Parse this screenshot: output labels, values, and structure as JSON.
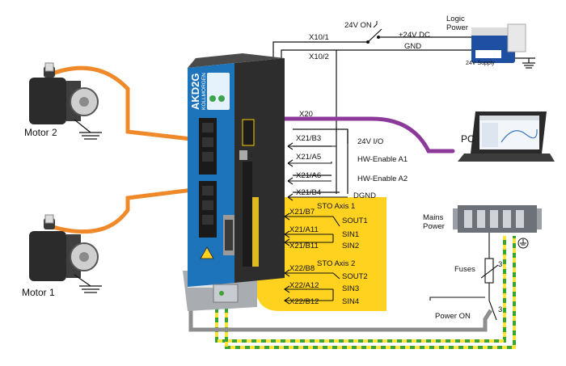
{
  "motors": {
    "motor1": "Motor 1",
    "motor2": "Motor 2"
  },
  "drive": {
    "model": "AKD2G",
    "brand": "KOLLMORGEN"
  },
  "power": {
    "logic_power": [
      "Logic",
      "Power"
    ],
    "supply_label": "24V Supply",
    "switch_label": "24V ON",
    "dc_label": "+24V DC",
    "gnd_label": "GND",
    "mains_power": [
      "Mains",
      "Power"
    ],
    "fuses": "Fuses",
    "power_on": "Power ON",
    "wire_count_top": "3",
    "wire_count_bottom": "3"
  },
  "connectors": {
    "x10_1": "X10/1",
    "x10_2": "X10/2",
    "x20": "X20",
    "x21_b3": "X21/B3",
    "x21_a5": "X21/A5",
    "x21_a6": "X21/A6",
    "x21_b4": "X21/B4",
    "x21_b7": "X21/B7",
    "x21_a11": "X21/A11",
    "x21_b11": "X21/B11",
    "x22_b8": "X22/B8",
    "x22_a12": "X22/A12",
    "x22_b12": "X22/B12"
  },
  "signals": {
    "io_24v": "24V I/O",
    "hw_enable_a1": "HW-Enable A1",
    "hw_enable_a2": "HW-Enable A2",
    "dgnd": "DGND",
    "sto_axis1": "STO Axis 1",
    "sto_axis2": "STO Axis 2",
    "sout1": "SOUT1",
    "sin1": "SIN1",
    "sin2": "SIN2",
    "sout2": "SOUT2",
    "sin3": "SIN3",
    "sin4": "SIN4"
  },
  "pc": "PC",
  "colors": {
    "motor_cable": "#f0892a",
    "pc_cable": "#8b3a9a",
    "sto_panel": "#ffd21f",
    "drive_blue": "#1d74bb",
    "drive_dark": "#2d2d2d",
    "earth_green": "#3aa335",
    "earth_yellow": "#ffe23a"
  }
}
